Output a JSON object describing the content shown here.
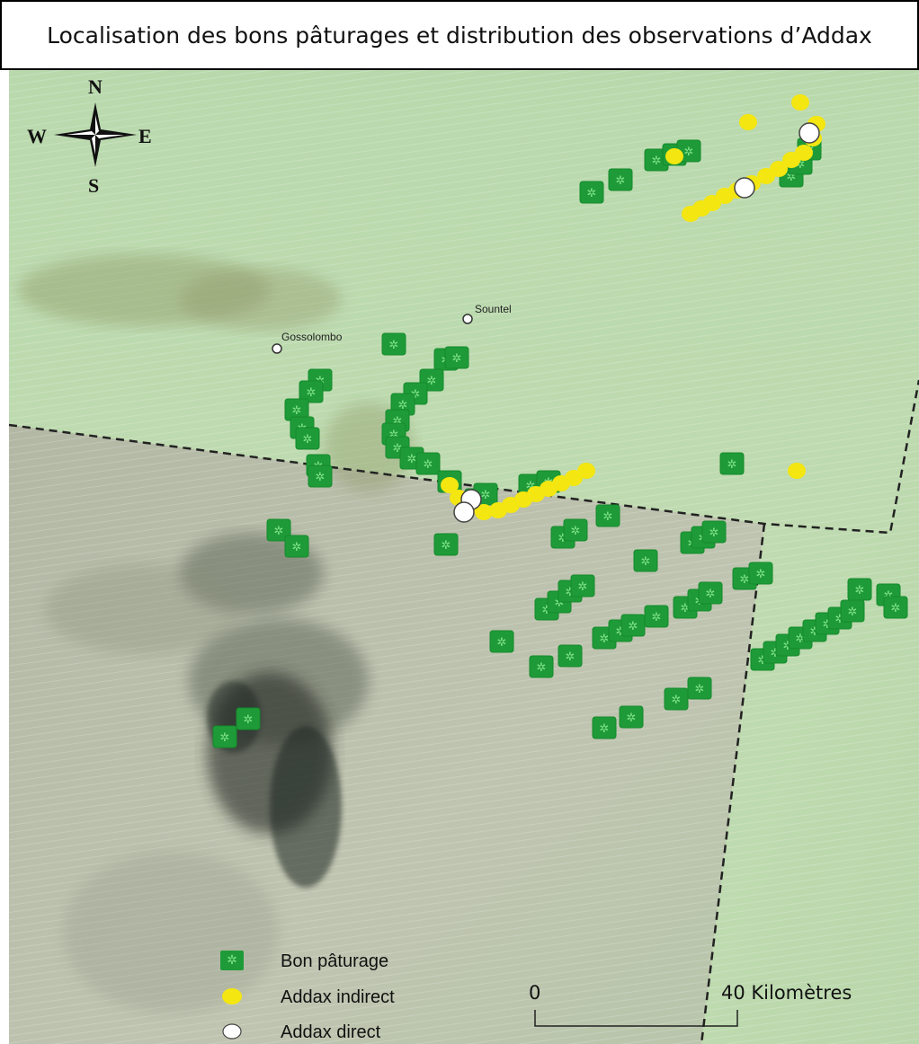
{
  "title": "Localisation des bons pâturages et distribution des observations d’Addax",
  "compass": {
    "north": "N",
    "south": "S",
    "east": "E",
    "west": "W"
  },
  "places": [
    {
      "name": "Sountel"
    },
    {
      "name": "Gossolombo"
    }
  ],
  "legend": {
    "items": [
      {
        "label": "Bon pâturage",
        "symbol": "green-square",
        "color": "#1e9b38"
      },
      {
        "label": "Addax indirect",
        "symbol": "yellow-dot",
        "color": "#f4e610"
      },
      {
        "label": "Addax direct",
        "symbol": "white-circle",
        "color": "#ffffff"
      }
    ]
  },
  "scale_bar": {
    "start_label": "0",
    "end_label": "40 Kilomètres"
  },
  "colors": {
    "pasture": "#1e9b38",
    "indirect": "#f4e610",
    "direct": "#ffffff",
    "boundary": "#222222"
  }
}
